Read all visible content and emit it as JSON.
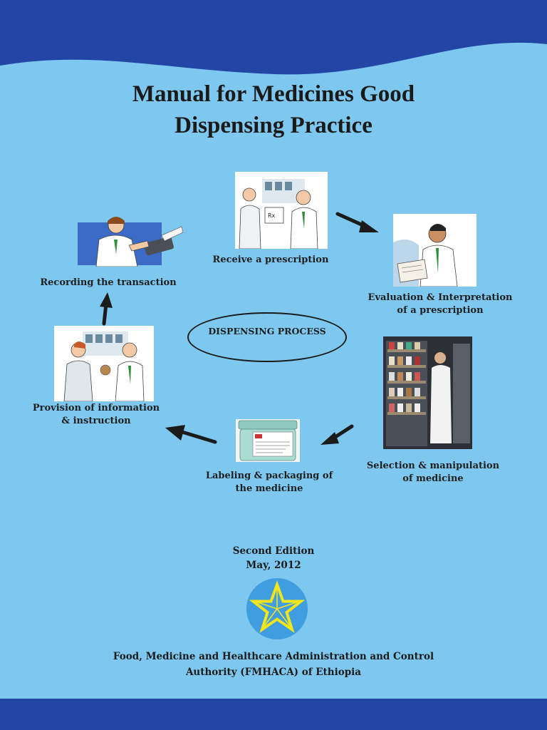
{
  "title": {
    "line1": "Manual for Medicines Good",
    "line2": "Dispensing Practice"
  },
  "center_label": "DISPENSING PROCESS",
  "steps": [
    {
      "id": "receive",
      "lines": [
        "Receive a prescription"
      ]
    },
    {
      "id": "evaluation",
      "lines": [
        "Evaluation & Interpretation",
        "of a prescription"
      ]
    },
    {
      "id": "selection",
      "lines": [
        "Selection & manipulation",
        "of medicine"
      ]
    },
    {
      "id": "labeling",
      "lines": [
        "Labeling & packaging of",
        "the medicine"
      ]
    },
    {
      "id": "provision",
      "lines": [
        "Provision of information",
        "& instruction"
      ]
    },
    {
      "id": "recording",
      "lines": [
        "Recording the transaction"
      ]
    }
  ],
  "edition": {
    "line1": "Second Edition",
    "line2": "May, 2012"
  },
  "authority": {
    "line1": "Food, Medicine and Healthcare Administration and Control",
    "line2": "Authority (FMHACA) of Ethiopia"
  },
  "colors": {
    "background": "#7ec8ef",
    "band": "#2346a6",
    "emblem_fill": "#3f9de0",
    "star": "#f2e51a"
  },
  "icons": [
    "ethiopian-emblem-icon",
    "arrow-icon"
  ]
}
